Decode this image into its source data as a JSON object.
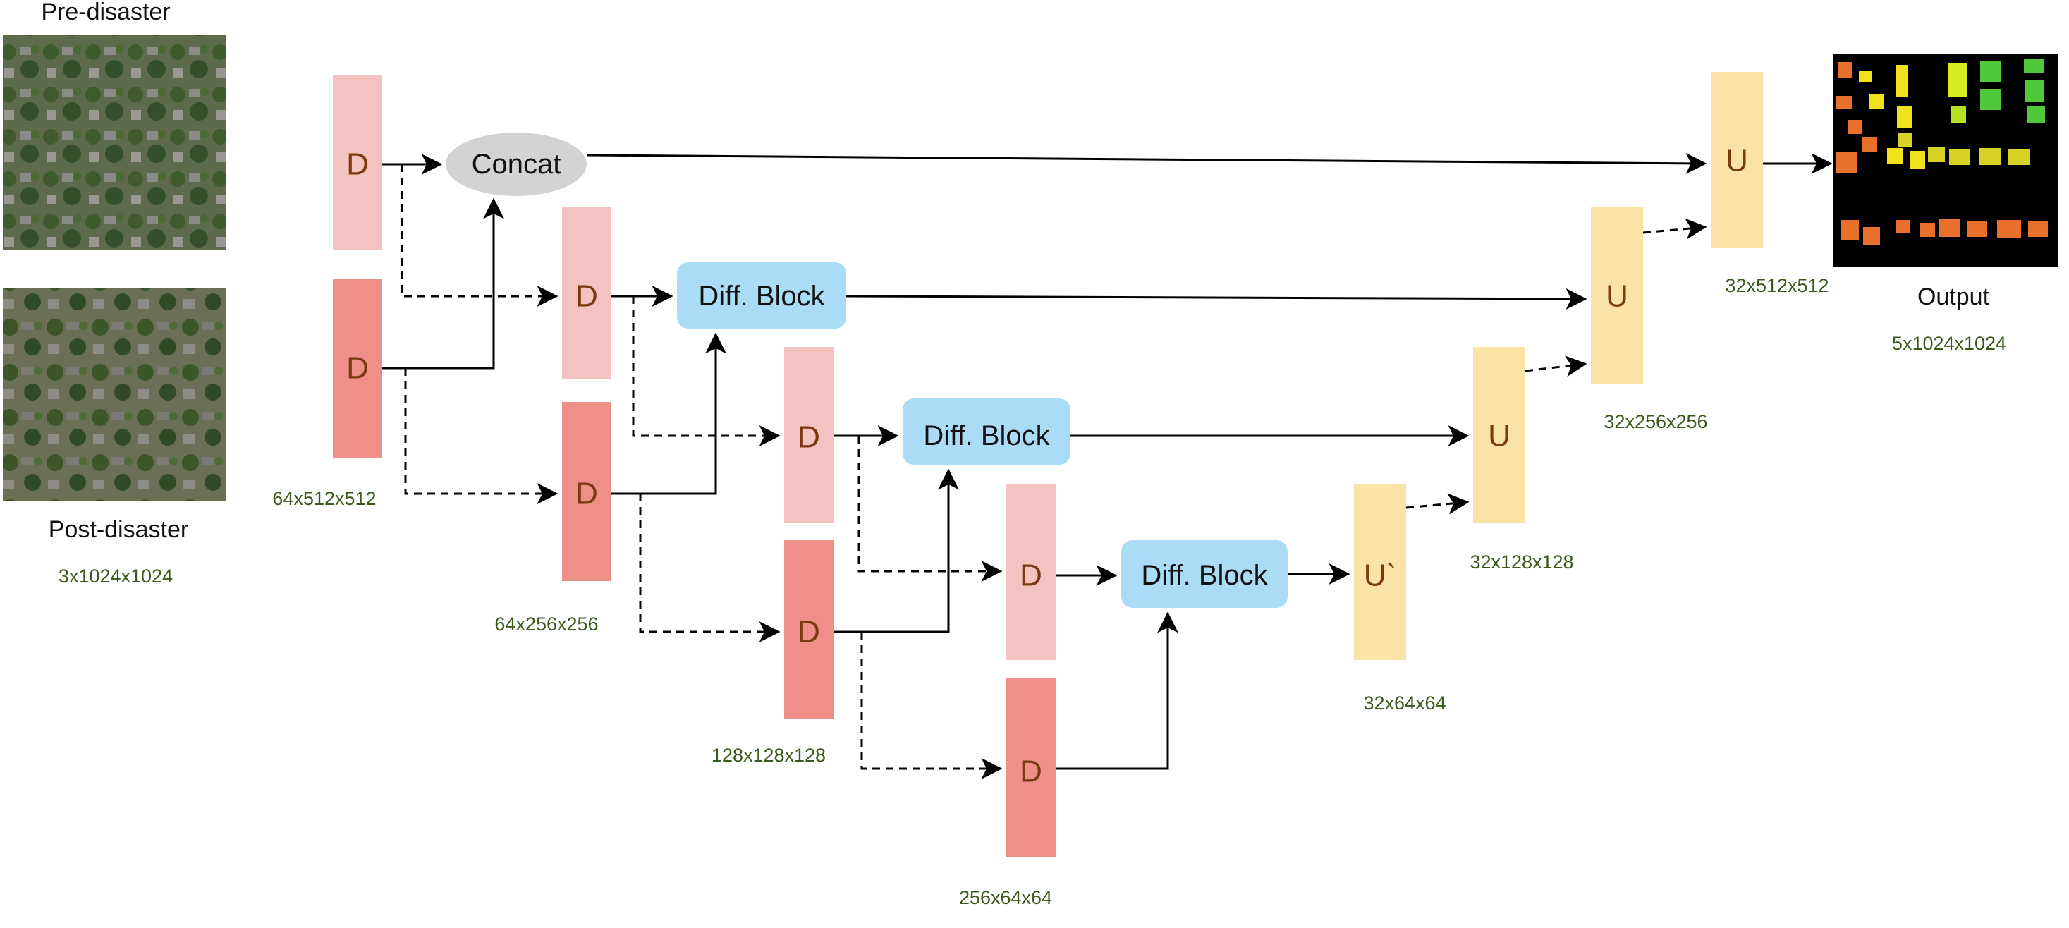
{
  "inputs": {
    "pre_label": "Pre-disaster",
    "post_label": "Post-disaster",
    "dims": "3x1024x1024"
  },
  "output": {
    "label": "Output",
    "dims": "5x1024x1024"
  },
  "blocks": {
    "d_label": "D",
    "u_label": "U",
    "u_prime_label": "U`",
    "concat_label": "Concat",
    "diff_label": "Diff. Block"
  },
  "dims": {
    "enc1": "64x512x512",
    "enc2": "64x256x256",
    "enc3": "128x128x128",
    "enc4": "256x64x64",
    "dec4": "32x64x64",
    "dec3": "32x128x128",
    "dec2": "32x256x256",
    "dec1": "32x512x512"
  },
  "colors": {
    "d_pre": "#f4c2c0",
    "d_post": "#ee8f88",
    "u_block": "#fbe3a6",
    "diff_block": "#aadcf6",
    "concat": "#d3d3d3",
    "dim_text": "#3a5a1a",
    "block_text": "#7a3a10"
  }
}
